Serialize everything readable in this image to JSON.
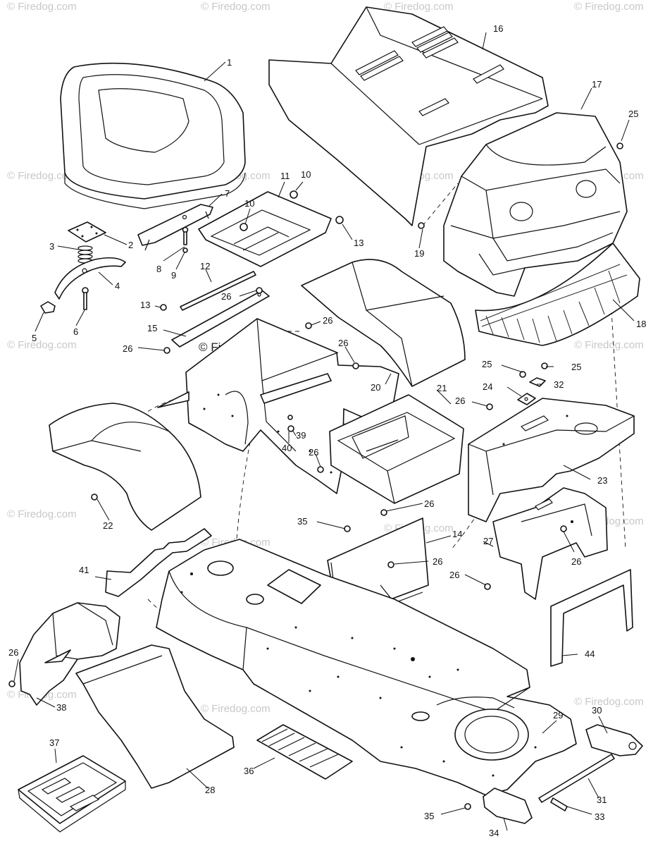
{
  "watermark": {
    "main": "© Firedog.com",
    "faint": "© Firedog.com"
  },
  "callouts": {
    "c1": "1",
    "c2": "2",
    "c3": "3",
    "c4": "4",
    "c5": "5",
    "c6": "6",
    "c7": "7",
    "c8": "8",
    "c9": "9",
    "c10a": "10",
    "c10b": "10",
    "c11": "11",
    "c12": "12",
    "c13a": "13",
    "c13b": "13",
    "c14": "14",
    "c15": "15",
    "c16": "16",
    "c17": "17",
    "c18": "18",
    "c19": "19",
    "c20": "20",
    "c21": "21",
    "c22": "22",
    "c23": "23",
    "c24": "24",
    "c25a": "25",
    "c25b": "25",
    "c25c": "25",
    "c26a": "26",
    "c26b": "26",
    "c26c": "26",
    "c26d": "26",
    "c26e": "26",
    "c26f": "26",
    "c26g": "26",
    "c26h": "26",
    "c26i": "26",
    "c26j": "26",
    "c26k": "26",
    "c27": "27",
    "c28": "28",
    "c29": "29",
    "c30": "30",
    "c31": "31",
    "c32": "32",
    "c33": "33",
    "c34": "34",
    "c35a": "35",
    "c35b": "35",
    "c36": "36",
    "c37": "37",
    "c38": "38",
    "c39": "39",
    "c40": "40",
    "c41": "41",
    "c44": "44"
  }
}
